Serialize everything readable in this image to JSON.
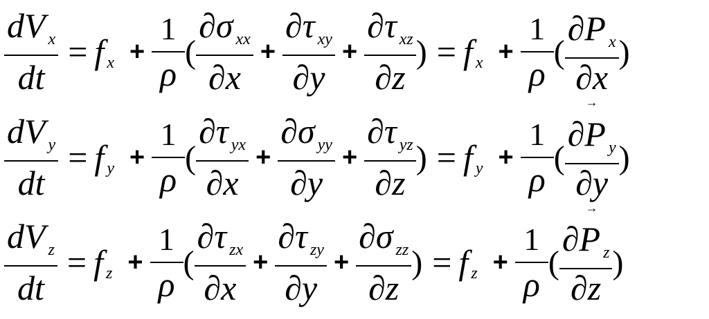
{
  "rows": [
    {
      "axis": "x",
      "lhs_num": "dV",
      "lhs_den": "dt",
      "eq": "=",
      "f": "f",
      "plus": "+",
      "one": "1",
      "rho": "ρ",
      "lparen": "(",
      "rparen": ")",
      "terms": [
        {
          "num": "∂σ",
          "sub": "xx",
          "den": "∂x"
        },
        {
          "num": "∂τ",
          "sub": "xy",
          "den": "∂y"
        },
        {
          "num": "∂τ",
          "sub": "xz",
          "den": "∂z"
        }
      ],
      "p_num": "∂P",
      "p_den": "∂x",
      "arrow": "→"
    },
    {
      "axis": "y",
      "lhs_num": "dV",
      "lhs_den": "dt",
      "eq": "=",
      "f": "f",
      "plus": "+",
      "one": "1",
      "rho": "ρ",
      "lparen": "(",
      "rparen": ")",
      "terms": [
        {
          "num": "∂τ",
          "sub": "yx",
          "den": "∂x"
        },
        {
          "num": "∂σ",
          "sub": "yy",
          "den": "∂y"
        },
        {
          "num": "∂τ",
          "sub": "yz",
          "den": "∂z"
        }
      ],
      "p_num": "∂P",
      "p_den": "∂y",
      "arrow": "→"
    },
    {
      "axis": "z",
      "lhs_num": "dV",
      "lhs_den": "dt",
      "eq": "=",
      "f": "f",
      "plus": "+",
      "one": "1",
      "rho": "ρ",
      "lparen": "(",
      "rparen": ")",
      "terms": [
        {
          "num": "∂τ",
          "sub": "zx",
          "den": "∂x"
        },
        {
          "num": "∂τ",
          "sub": "zy",
          "den": "∂y"
        },
        {
          "num": "∂σ",
          "sub": "zz",
          "den": "∂z"
        }
      ],
      "p_num": "∂P",
      "p_den": "∂z",
      "arrow": ""
    }
  ]
}
